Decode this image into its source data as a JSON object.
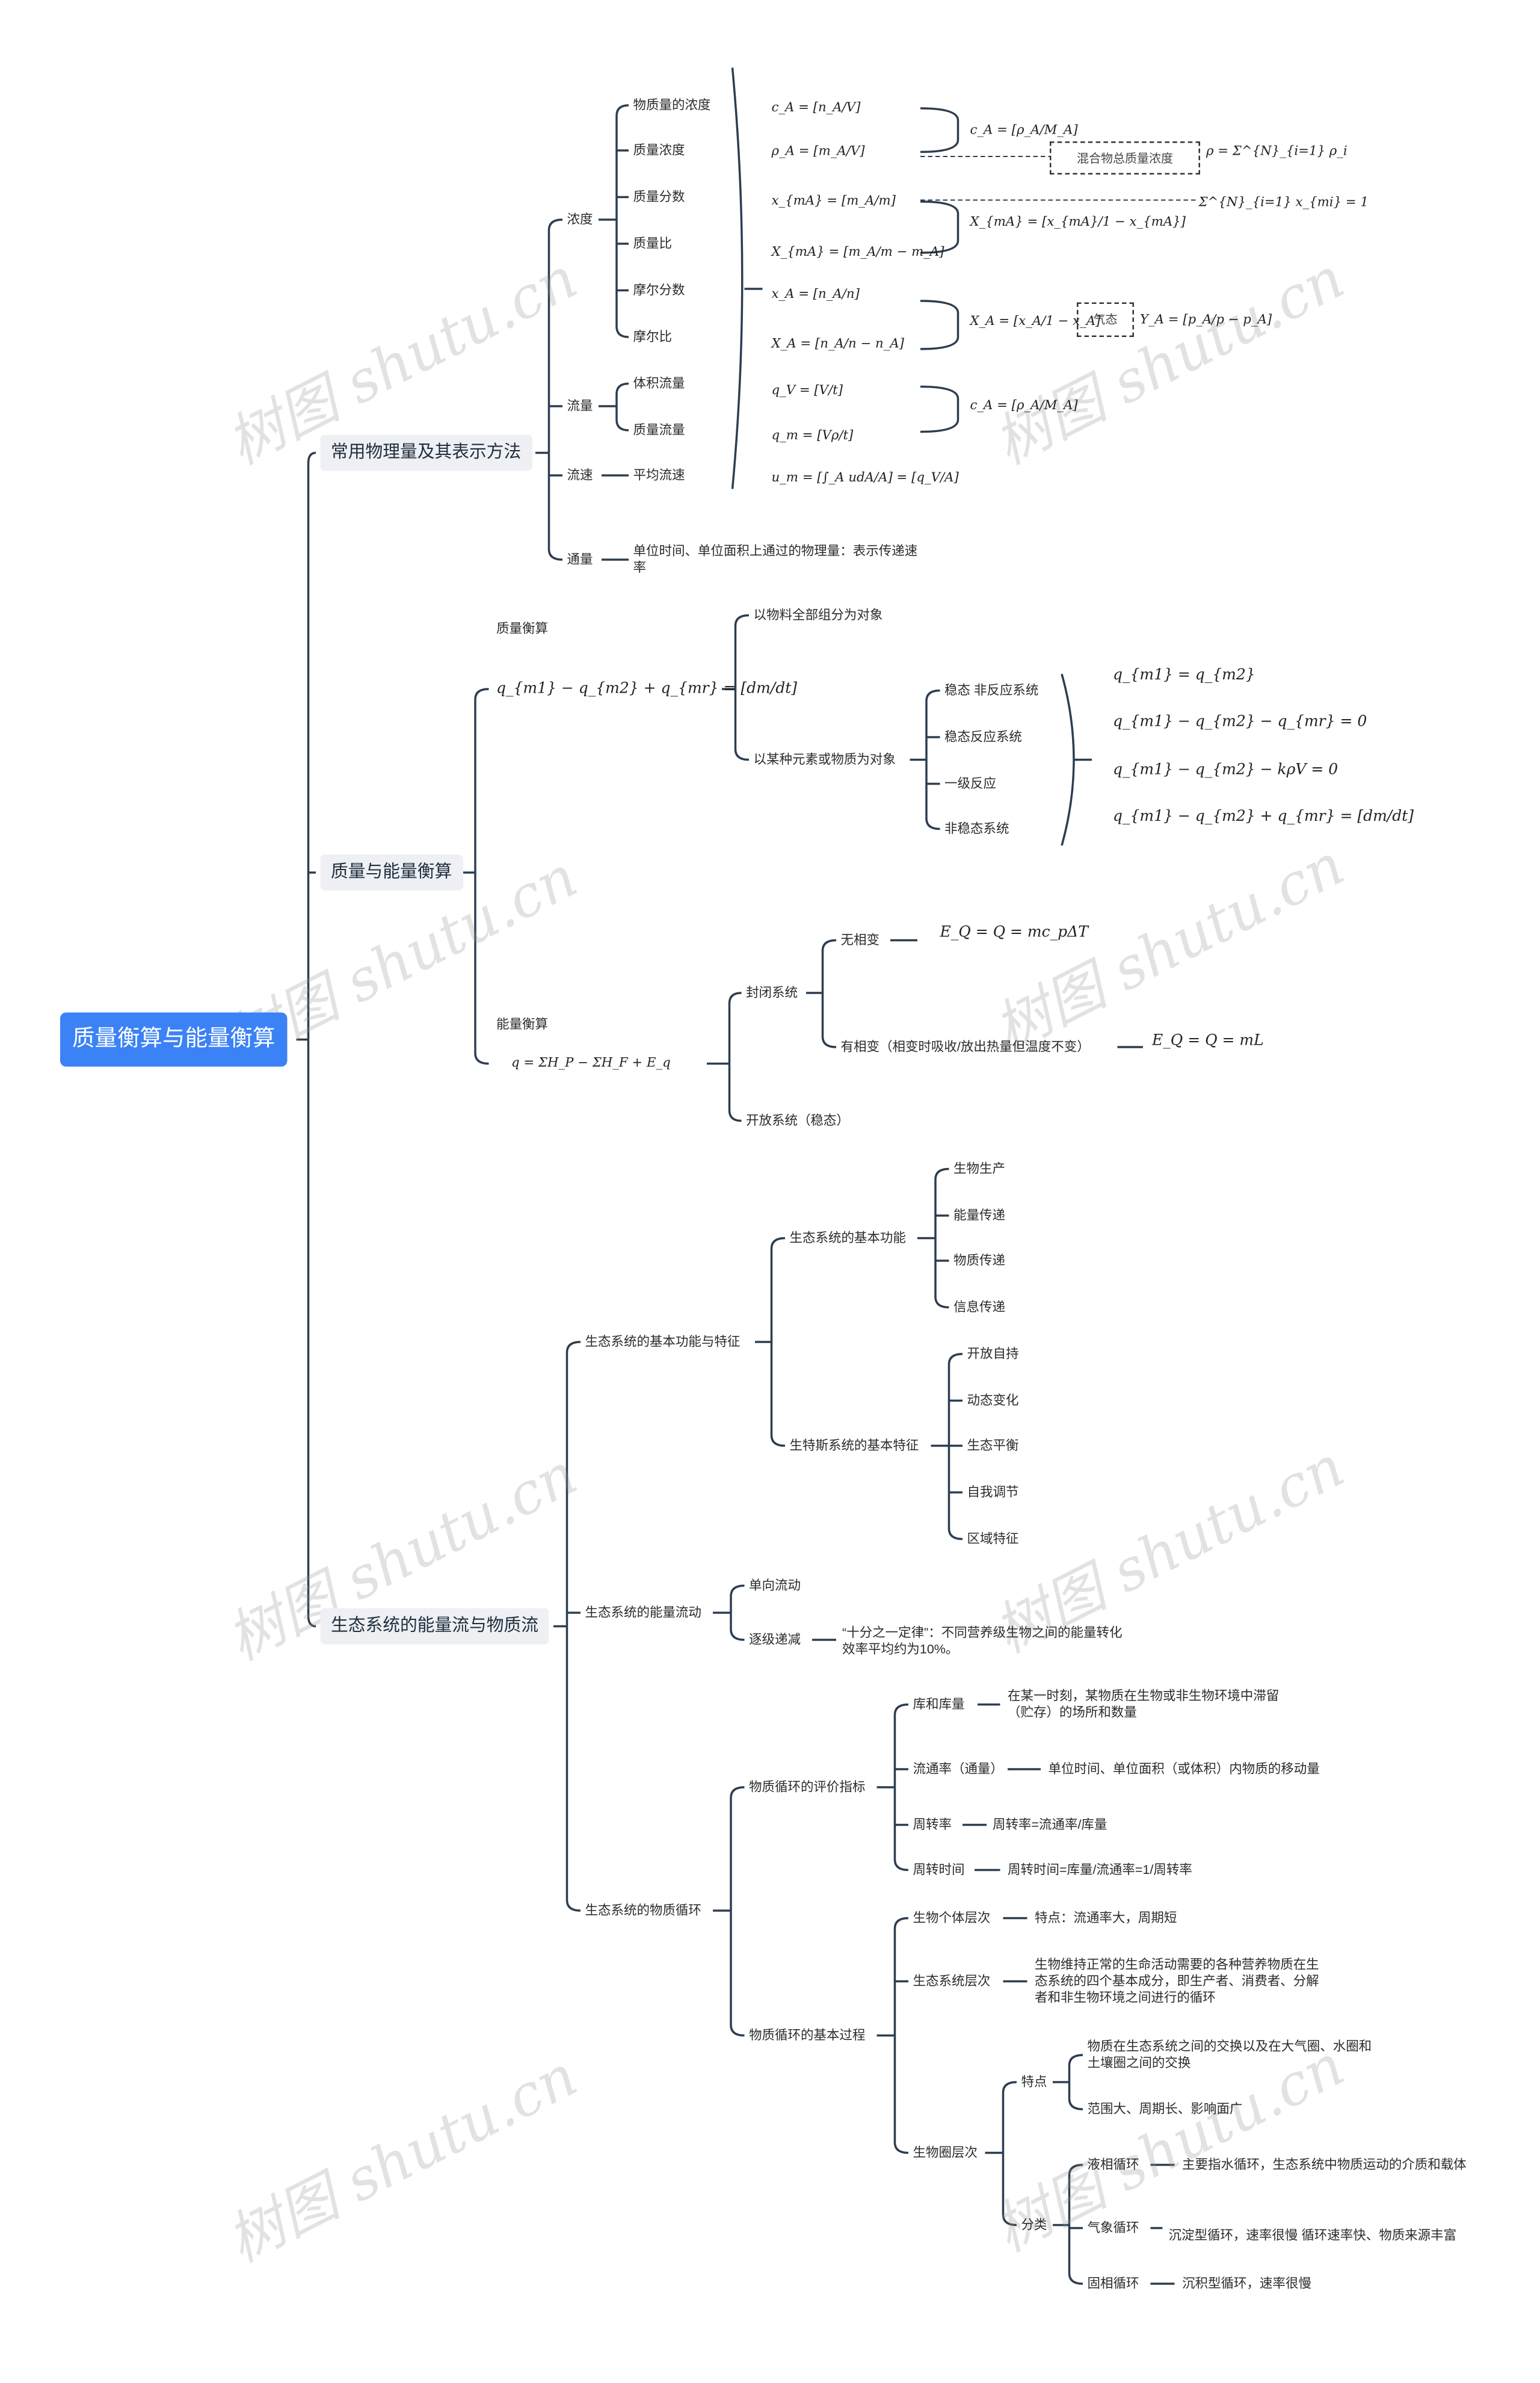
{
  "root": "质量衡算与能量衡算",
  "branches": {
    "b1": {
      "label": "常用物理量及其表示方法",
      "concentration": {
        "label": "浓度",
        "items": [
          "物质量的浓度",
          "质量浓度",
          "质量分数",
          "质量比",
          "摩尔分数",
          "摩尔比"
        ]
      },
      "flow": {
        "label": "流量",
        "items": [
          "体积流量",
          "质量流量"
        ]
      },
      "velocity": {
        "label": "流速",
        "item": "平均流速"
      },
      "flux": {
        "label": "通量",
        "item": "单位时间、单位面积上通过的物理量：表示传递速率"
      },
      "formulas": [
        "c_A = [n_A/V]",
        "ρ_A = [m_A/V]",
        "x_{mA} = [m_A/m]",
        "X_{mA} = [m_A/m − m_A]",
        "x_A = [n_A/n]",
        "X_A = [n_A/n − n_A]",
        "q_V = [V/t]",
        "q_m = [Vρ/t]",
        "u_m = [∫_A udA/A] = [q_V/A]"
      ],
      "derived": [
        "c_A = [ρ_A/M_A]",
        "X_{mA} = [x_{mA}/1 − x_{mA}]",
        "X_A = [x_A/1 − x_A]",
        "c_A = [ρ_A/M_A]"
      ],
      "mix_box": "混合物总质量浓度",
      "mix_formula": "ρ = Σ^{N}_{i=1} ρ_i",
      "sum_formula": "Σ^{N}_{i=1} x_{mi} = 1",
      "gas_box": "气态",
      "gas_formula": "Y_A = [p_A/p − p_A]"
    },
    "b2": {
      "label": "质量与能量衡算",
      "mass_label": "质量衡算",
      "mass_formula": "q_{m1} − q_{m2} + q_{mr} = [dm/dt]",
      "mass_children": [
        "以物料全部组分为对象",
        "以某种元素或物质为对象"
      ],
      "systems": [
        "稳态 非反应系统",
        "稳态反应系统",
        "一级反应",
        "非稳态系统"
      ],
      "system_eqs": [
        "q_{m1} = q_{m2}",
        "q_{m1} − q_{m2} − q_{mr} = 0",
        "q_{m1} − q_{m2} − kρV = 0",
        "q_{m1} − q_{m2} + q_{mr} = [dm/dt]"
      ],
      "energy_label": "能量衡算",
      "energy_formula": "q = ΣH_P − ΣH_F + E_q",
      "closed": "封闭系统",
      "open": "开放系统（稳态）",
      "no_phase": "无相变",
      "no_phase_eq": "E_Q = Q = mc_pΔT",
      "phase": "有相变（相变时吸收/放出热量但温度不变）",
      "phase_eq": "E_Q = Q = mL"
    },
    "b3": {
      "label": "生态系统的能量流与物质流",
      "c1": {
        "label": "生态系统的基本功能与特征",
        "functions": {
          "label": "生态系统的基本功能",
          "items": [
            "生物生产",
            "能量传递",
            "物质传递",
            "信息传递"
          ]
        },
        "features": {
          "label": "生特斯系统的基本特征",
          "items": [
            "开放自持",
            "动态变化",
            "生态平衡",
            "自我调节",
            "区域特征"
          ]
        }
      },
      "c2": {
        "label": "生态系统的能量流动",
        "one_way": "单向流动",
        "decrease": "逐级递减",
        "decrease_note": "“十分之一定律”：不同营养级生物之间的能量转化效率平均约为10%。"
      },
      "c3": {
        "label": "生态系统的物质循环",
        "eval": {
          "label": "物质循环的评价指标",
          "items": [
            {
              "k": "库和库量",
              "v": "在某一时刻，某物质在生物或非生物环境中滞留（贮存）的场所和数量"
            },
            {
              "k": "流通率（通量）",
              "v": "单位时间、单位面积（或体积）内物质的移动量"
            },
            {
              "k": "周转率",
              "v": "周转率=流通率/库量"
            },
            {
              "k": "周转时间",
              "v": "周转时间=库量/流通率=1/周转率"
            }
          ]
        },
        "process": {
          "label": "物质循环的基本过程",
          "individual": {
            "k": "生物个体层次",
            "v": "特点：流通率大，周期短"
          },
          "ecosystem": {
            "k": "生态系统层次",
            "v": "生物维持正常的生命活动需要的各种营养物质在生态系统的四个基本成分，即生产者、消费者、分解者和非生物环境之间进行的循环"
          },
          "biosphere": {
            "label": "生物圈层次",
            "traits": {
              "label": "特点",
              "items": [
                "物质在生态系统之间的交换以及在大气圈、水圈和土壤圈之间的交换",
                "范围大、周期长、影响面广"
              ]
            },
            "types": {
              "label": "分类",
              "items": [
                {
                  "k": "液相循环",
                  "v": "主要指水循环，生态系统中物质运动的介质和载体"
                },
                {
                  "k": "气象循环",
                  "v": "沉淀型循环，速率很慢   循环速率快、物质来源丰富"
                },
                {
                  "k": "固相循环",
                  "v": "沉积型循环，速率很慢"
                }
              ]
            }
          }
        }
      }
    }
  },
  "watermark": "树图 shutu.cn",
  "colors": {
    "root": "#3b82f6",
    "line": "#2c3e50",
    "l1_bg": "#eef0f3"
  }
}
